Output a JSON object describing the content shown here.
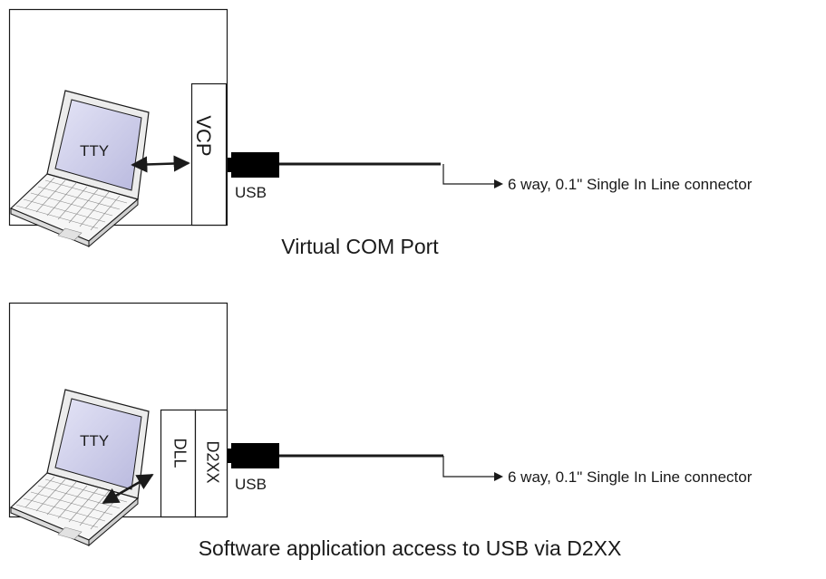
{
  "top_diagram": {
    "laptop_screen_label": "TTY",
    "driver_label": "VCP",
    "usb_label": "USB",
    "connector_label": "6 way, 0.1\" Single In Line connector",
    "caption": "Virtual COM Port"
  },
  "bottom_diagram": {
    "laptop_screen_label": "TTY",
    "dll_label": "DLL",
    "driver_label": "D2XX",
    "usb_label": "USB",
    "connector_label": "6 way, 0.1\" Single In Line connector",
    "caption": "Software application access to USB via D2XX"
  },
  "colors": {
    "line": "#1a1a1a",
    "screen_fill": "#c9c9e8",
    "laptop_body": "#f4f4f4",
    "plug": "#000000"
  }
}
